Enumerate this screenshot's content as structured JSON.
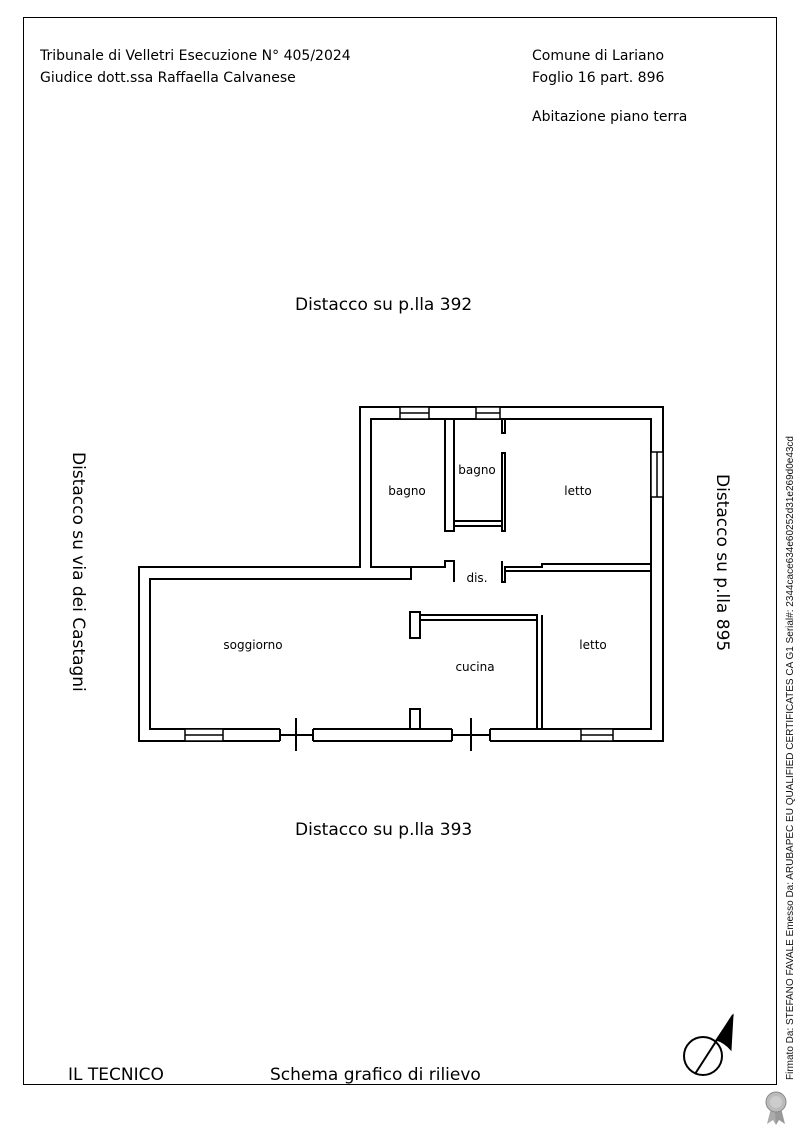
{
  "header": {
    "court_line": "Tribunale di Velletri Esecuzione N° 405/2024",
    "judge_line": "Giudice dott.ssa Raffaella Calvanese",
    "municipality": "Comune di Lariano",
    "cadastral": "Foglio  16 part. 896",
    "unit": "Abitazione piano terra"
  },
  "boundaries": {
    "top": "Distacco su p.lla 392",
    "bottom": "Distacco su p.lla 393",
    "left": "Distacco su via dei Castagni",
    "right": "Distacco su p.lla 895"
  },
  "rooms": {
    "bagno_1": "bagno",
    "bagno_2": "bagno",
    "letto_1": "letto",
    "dis": "dis.",
    "soggiorno": "soggiorno",
    "cucina": "cucina",
    "letto_2": "letto"
  },
  "footer": {
    "technician": "IL TECNICO",
    "caption": "Schema grafico di rilievo"
  },
  "signature": "Firmato Da: STEFANO FAVALE Emesso Da: ARUBAPEC EU QUALIFIED CERTIFICATES CA G1 Serial#: 2344cace634e60252d31e269d0e43cd"
}
